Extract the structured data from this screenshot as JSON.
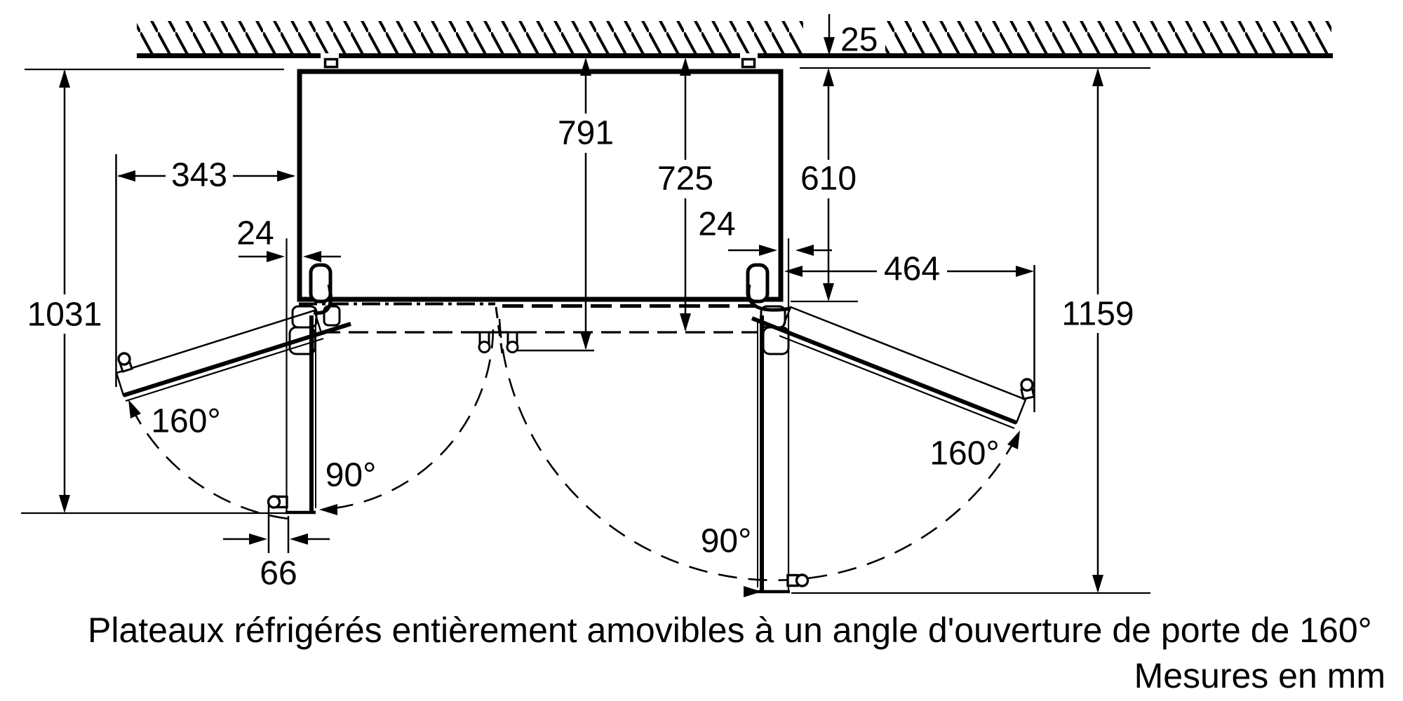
{
  "diagram": {
    "dimensions": {
      "left_clearance": "1031",
      "left_door_width": "343",
      "left_door_gap": "24",
      "left_handle_depth": "66",
      "depth_with_handle": "791",
      "depth_without_handle": "725",
      "wall_clearance": "25",
      "cabinet_depth": "610",
      "right_door_gap": "24",
      "right_door_width": "464",
      "right_clearance": "1159"
    },
    "angles": {
      "left_open": "160°",
      "left_90": "90°",
      "right_90": "90°",
      "right_open": "160°"
    },
    "caption": "Plateaux réfrigérés entièrement amovibles à un angle d'ouverture de porte de 160°",
    "units_note": "Mesures en mm",
    "colors": {
      "line": "#000000",
      "background": "#ffffff"
    }
  }
}
